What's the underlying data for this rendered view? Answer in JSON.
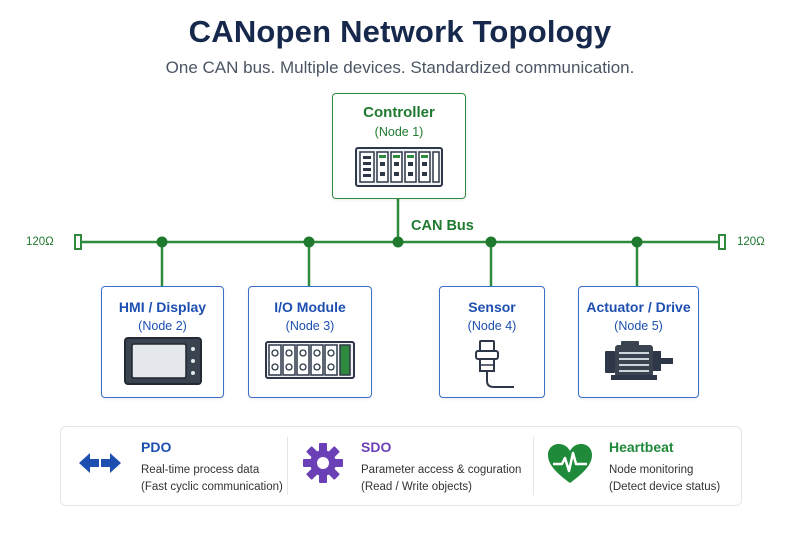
{
  "header": {
    "title": "CANopen Network Topology",
    "subtitle": "One CAN bus. Multiple devices. Standardized communication."
  },
  "bus": {
    "label": "CAN Bus",
    "terminator_left": "120Ω",
    "terminator_right": "120Ω",
    "color": "#2e8b3e"
  },
  "controller": {
    "name": "Controller",
    "node": "(Node 1)"
  },
  "devices": [
    {
      "name": "HMI / Display",
      "node": "(Node 2)",
      "icon": "display-icon"
    },
    {
      "name": "I/O Module",
      "node": "(Node 3)",
      "icon": "io-module-icon"
    },
    {
      "name": "Sensor",
      "node": "(Node 4)",
      "icon": "sensor-icon"
    },
    {
      "name": "Actuator / Drive",
      "node": "(Node 5)",
      "icon": "motor-icon"
    }
  ],
  "legend": [
    {
      "title": "PDO",
      "line1": "Real-time process data",
      "line2": "(Fast cyclic communication)",
      "color": "#1d4fb0",
      "icon": "double-arrow-icon"
    },
    {
      "title": "SDO",
      "line1": "Parameter access & coguration",
      "line2": "(Read / Write objects)",
      "color": "#6b3fb5",
      "icon": "gear-icon"
    },
    {
      "title": "Heartbeat",
      "line1": "Node monitoring",
      "line2": "(Detect device status)",
      "color": "#1f8a3a",
      "icon": "heart-icon"
    }
  ]
}
